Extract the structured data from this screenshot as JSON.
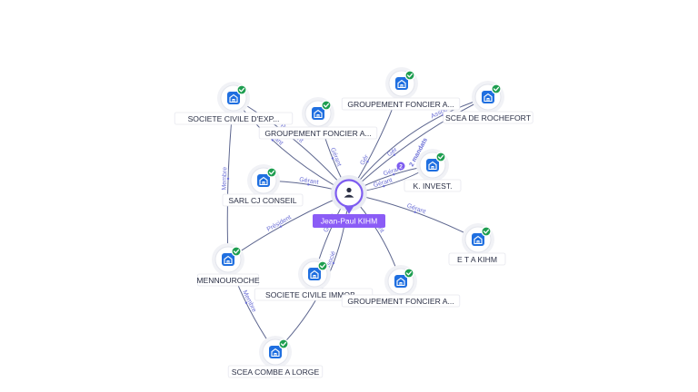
{
  "center": {
    "name": "Jean-Paul KIHM",
    "icon": "person-icon",
    "accent": "#8b5cf6"
  },
  "colors": {
    "company_icon": "#1f6fe0",
    "verified": "#1e9e50",
    "edge": "#3f4a7a",
    "edge_label": "#6b6fd6"
  },
  "nodes": [
    {
      "id": "n1",
      "label": "SOCIETE CIVILE D'EXP...",
      "icon": "company-icon",
      "verified": true
    },
    {
      "id": "n2",
      "label": "GROUPEMENT FONCIER A...",
      "icon": "company-icon",
      "verified": true
    },
    {
      "id": "n3",
      "label": "GROUPEMENT FONCIER A...",
      "icon": "company-icon",
      "verified": true
    },
    {
      "id": "n4",
      "label": "SCEA DE ROCHEFORT",
      "icon": "company-icon",
      "verified": true
    },
    {
      "id": "n5",
      "label": "SARL CJ CONSEIL",
      "icon": "company-icon",
      "verified": true
    },
    {
      "id": "n6",
      "label": "K. INVEST.",
      "icon": "company-icon",
      "verified": true
    },
    {
      "id": "n7",
      "label": "E T A KIHM",
      "icon": "company-icon",
      "verified": true
    },
    {
      "id": "n8",
      "label": "MENNOUROCHE",
      "icon": "company-icon",
      "verified": true
    },
    {
      "id": "n9",
      "label": "SOCIETE CIVILE IMMOB...",
      "icon": "company-icon",
      "verified": true
    },
    {
      "id": "n10",
      "label": "GROUPEMENT FONCIER A...",
      "icon": "company-icon",
      "verified": true
    },
    {
      "id": "n11",
      "label": "SCEA COMBE A LORGE",
      "icon": "company-icon",
      "verified": true
    }
  ],
  "edges": [
    {
      "from": "center",
      "to": "n1",
      "label": "Gérant"
    },
    {
      "from": "center",
      "to": "n1",
      "label": "Président"
    },
    {
      "from": "center",
      "to": "n2",
      "label": "Gérant"
    },
    {
      "from": "center",
      "to": "n3",
      "label": "Gér"
    },
    {
      "from": "center",
      "to": "n4",
      "label": "Associé"
    },
    {
      "from": "center",
      "to": "n5",
      "label": "Gérant"
    },
    {
      "from": "center",
      "to": "n6",
      "label": "Gérant"
    },
    {
      "from": "center",
      "to": "n6",
      "label": "Gérant"
    },
    {
      "from": "center",
      "to": "n7",
      "label": "Gérant"
    },
    {
      "from": "center",
      "to": "n8",
      "label": "Président"
    },
    {
      "from": "center",
      "to": "n9",
      "label": "Gérant"
    },
    {
      "from": "center",
      "to": "n10",
      "label": "Gérant"
    },
    {
      "from": "center",
      "to": "n11",
      "label": "Associé"
    },
    {
      "from": "n1",
      "to": "n8",
      "label": "Membre"
    },
    {
      "from": "n8",
      "to": "n11",
      "label": "Membre"
    },
    {
      "from": "center",
      "to": "n4",
      "label": "Gér"
    }
  ],
  "badge": {
    "count": "2",
    "text": "2 mandats"
  }
}
